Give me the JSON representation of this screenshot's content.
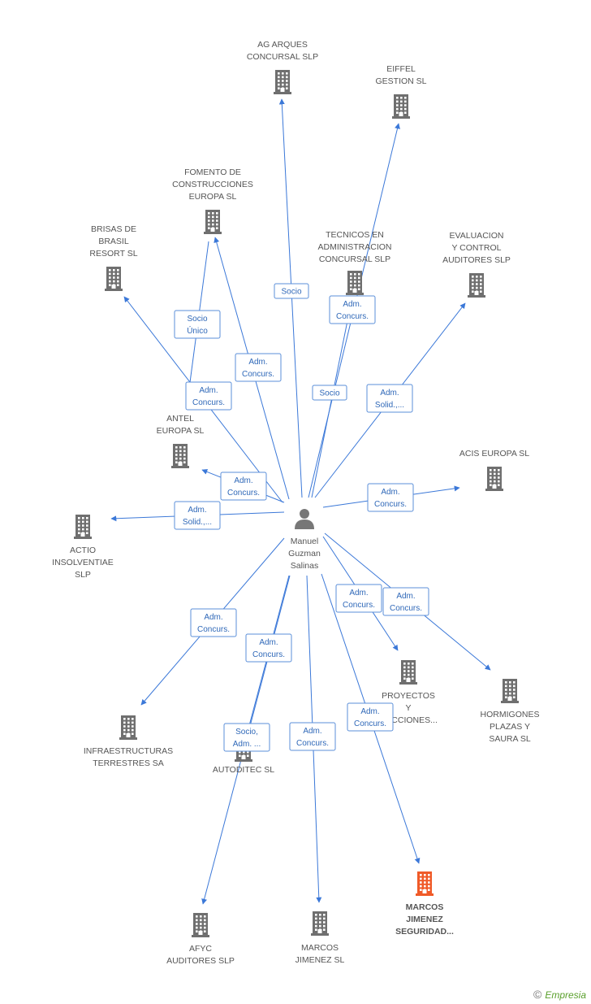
{
  "center": {
    "label_lines": [
      "Manuel",
      "Guzman",
      "Salinas"
    ]
  },
  "companies": [
    {
      "id": "agarques",
      "lines": [
        "AG ARQUES",
        "CONCURSAL  SLP"
      ]
    },
    {
      "id": "eiffel",
      "lines": [
        "EIFFEL",
        "GESTION SL"
      ]
    },
    {
      "id": "fomento",
      "lines": [
        "FOMENTO DE",
        "CONSTRUCCIONES",
        "EUROPA SL"
      ]
    },
    {
      "id": "brisas",
      "lines": [
        "BRISAS DE",
        "BRASIL",
        "RESORT SL"
      ]
    },
    {
      "id": "tecnicos",
      "lines": [
        "TECNICOS EN",
        "ADMINISTRACION",
        "CONCURSAL SLP"
      ]
    },
    {
      "id": "evaluacion",
      "lines": [
        "EVALUACION",
        "Y CONTROL",
        "AUDITORES SLP"
      ]
    },
    {
      "id": "antel",
      "lines": [
        "ANTEL",
        "EUROPA SL"
      ]
    },
    {
      "id": "acis",
      "lines": [
        "ACIS EUROPA SL"
      ]
    },
    {
      "id": "actio",
      "lines": [
        "ACTIO",
        "INSOLVENTIAE",
        "SLP"
      ]
    },
    {
      "id": "proyectos",
      "lines": [
        "PROYECTOS",
        "Y",
        "RUCCIONES..."
      ]
    },
    {
      "id": "hormigones",
      "lines": [
        "HORMIGONES",
        "PLAZAS Y",
        "SAURA SL"
      ]
    },
    {
      "id": "infra",
      "lines": [
        "INFRAESTRUCTURAS",
        "TERRESTRES SA"
      ]
    },
    {
      "id": "autoditec",
      "lines": [
        "AUTODITEC SL"
      ]
    },
    {
      "id": "marcosseg",
      "lines": [
        "MARCOS",
        "JIMENEZ",
        "SEGURIDAD..."
      ],
      "highlight": true
    },
    {
      "id": "afyc",
      "lines": [
        "AFYC",
        "AUDITORES SLP"
      ]
    },
    {
      "id": "marcosjim",
      "lines": [
        "MARCOS",
        "JIMENEZ SL"
      ]
    }
  ],
  "edges": [
    {
      "to": "agarques",
      "lines": [
        "Socio"
      ]
    },
    {
      "to": "eiffel",
      "lines": [
        "Socio"
      ]
    },
    {
      "to": "fomento",
      "lines": [
        "Adm.",
        "Concurs."
      ]
    },
    {
      "to": "fomento_antel",
      "lines": [
        "Socio",
        "Único"
      ]
    },
    {
      "to": "brisas",
      "lines": [
        "Adm.",
        "Concurs."
      ]
    },
    {
      "to": "tecnicos",
      "lines": [
        "Adm.",
        "Concurs."
      ]
    },
    {
      "to": "evaluacion",
      "lines": [
        "Adm.",
        "Solid.,..."
      ]
    },
    {
      "to": "antel",
      "lines": [
        "Adm.",
        "Concurs."
      ]
    },
    {
      "to": "acis",
      "lines": [
        "Adm.",
        "Concurs."
      ]
    },
    {
      "to": "actio",
      "lines": [
        "Adm.",
        "Solid.,..."
      ]
    },
    {
      "to": "proyectos",
      "lines": [
        "Adm.",
        "Concurs."
      ]
    },
    {
      "to": "hormigones",
      "lines": [
        "Adm.",
        "Concurs."
      ]
    },
    {
      "to": "infra",
      "lines": [
        "Adm.",
        "Concurs."
      ]
    },
    {
      "to": "autoditec",
      "lines": [
        "Adm.",
        "Concurs."
      ]
    },
    {
      "to": "afyc",
      "lines": [
        "Socio,",
        "Adm. ..."
      ]
    },
    {
      "to": "marcosjim",
      "lines": [
        "Adm.",
        "Concurs."
      ]
    },
    {
      "to": "marcosseg",
      "lines": [
        "Adm.",
        "Concurs."
      ]
    }
  ],
  "colors": {
    "building": "#6f6f6f",
    "building_highlight": "#f05a28",
    "edge": "#3b78d8",
    "person": "#777777"
  },
  "footer": {
    "copyright": "©",
    "brand": "Empresia"
  }
}
